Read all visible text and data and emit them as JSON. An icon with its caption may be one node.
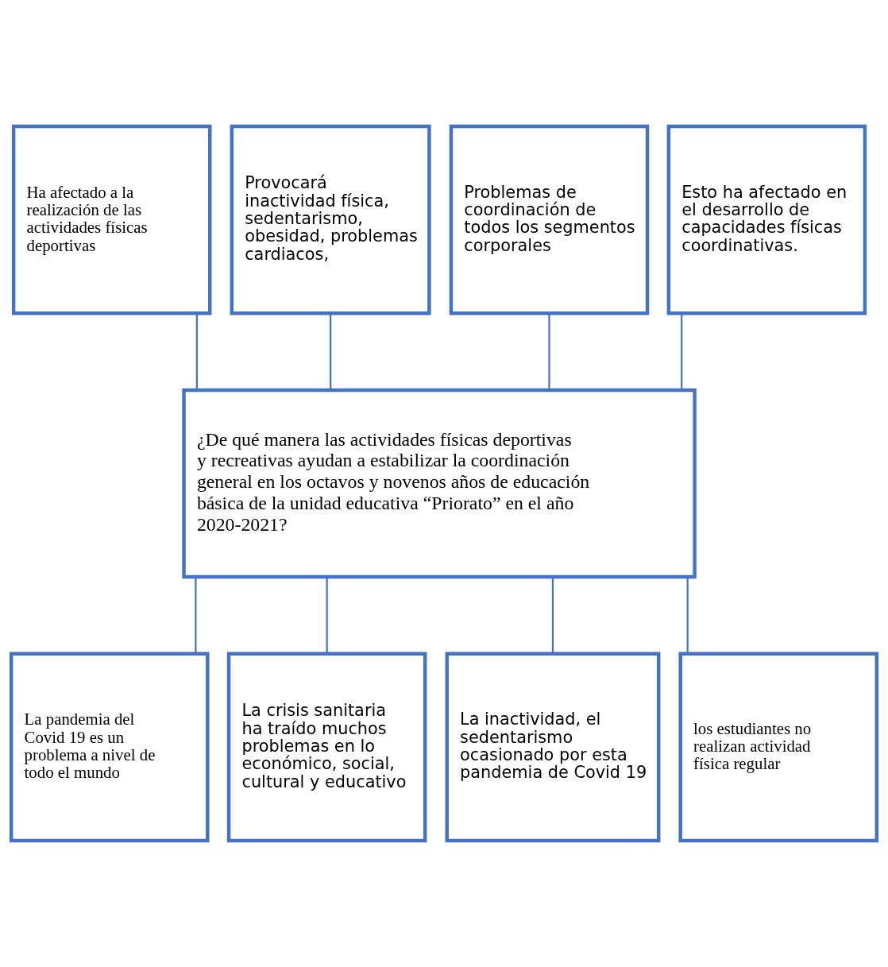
{
  "diagram": {
    "nodes": [
      {
        "text": [
          "Ha afectado a la realización de las actividades físicas deportivas"
        ]
      },
      {
        "text": [
          "Provocará inactividad física, sedentarismo, obesidad, problemas cardiacos,"
        ]
      },
      {
        "text": [
          "Problemas de coordinación de todos los segmentos corporales"
        ]
      },
      {
        "text": [
          "Esto ha afectado en el desarrollo de capacidades físicas coordinativas."
        ]
      },
      {
        "text": [
          "¿De qué manera las actividades físicas deportivas y recreativas ayudan a estabilizar la coordinación general en los octavos y novenos años de educación básica de la unidad educativa “Priorato” en el año 2020-2021?"
        ]
      },
      {
        "text": [
          "La pandemia del Covid 19 es un problema a nivel de todo el mundo"
        ]
      },
      {
        "text": [
          "La crisis sanitaria ha traído muchos problemas en lo económico, social, cultural y educativo"
        ]
      },
      {
        "text": [
          "La inactividad, el sedentarismo ocasionado por esta pandemia de Covid 19"
        ]
      },
      {
        "text": [
          "los estudiantes no realizan actividad física regular"
        ]
      }
    ],
    "edges": [
      {
        "from": 0,
        "to": 4,
        "arrow": "none"
      },
      {
        "from": 1,
        "to": 4,
        "arrow": "none"
      },
      {
        "from": 2,
        "to": 4,
        "arrow": "none"
      },
      {
        "from": 3,
        "to": 4,
        "arrow": "none"
      },
      {
        "from": 4,
        "to": 5,
        "arrow": "none"
      },
      {
        "from": 4,
        "to": 6,
        "arrow": "none"
      },
      {
        "from": 4,
        "to": 7,
        "arrow": "none"
      },
      {
        "from": 4,
        "to": 8,
        "arrow": "none"
      }
    ]
  }
}
